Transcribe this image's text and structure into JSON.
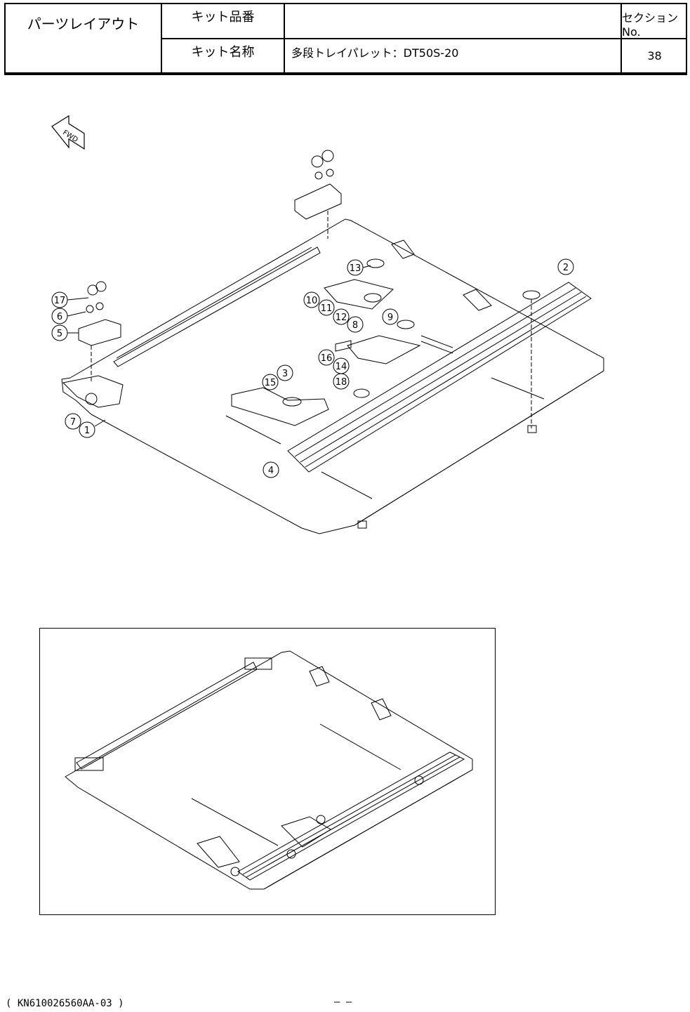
{
  "header": {
    "title": "パーツレイアウト",
    "kit_number_label": "キット品番",
    "kit_number_value": "",
    "section_label": "セクションNo.",
    "kit_name_label": "キット名称",
    "kit_name_value": "多段トレイパレット：DT50S-20",
    "section_value": "38"
  },
  "diagram": {
    "fwd_label": "FWD",
    "callouts": [
      "1",
      "2",
      "3",
      "4",
      "5",
      "6",
      "7",
      "8",
      "9",
      "10",
      "11",
      "12",
      "13",
      "14",
      "15",
      "16",
      "17",
      "18"
    ]
  },
  "footer": {
    "doc_code": "( KN610026560AA-03 )",
    "page_marker": "–       –"
  }
}
